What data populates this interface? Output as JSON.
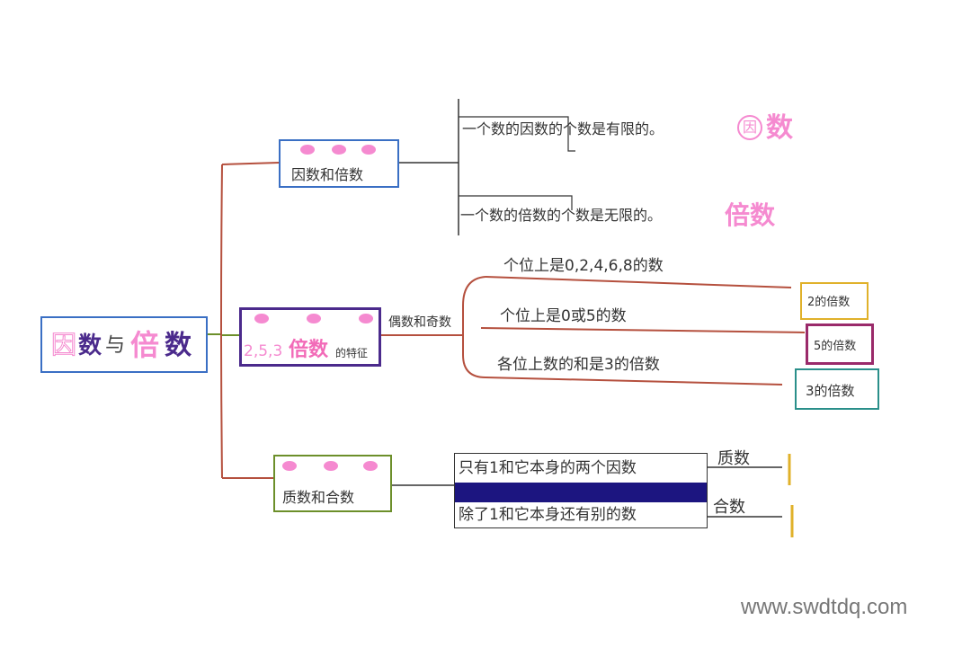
{
  "root": {
    "char1": "因",
    "char2": "数",
    "char3": "与",
    "char4": "倍",
    "char5": "数"
  },
  "branch1": {
    "label": "因数和倍数",
    "lines": [
      {
        "text": "一个数的因数的个数是有限的。",
        "tag": "因",
        "tag_rest": "数"
      },
      {
        "text": "一个数的倍数的个数是无限的。",
        "tag": "倍数"
      }
    ]
  },
  "branch2": {
    "label_a": "2,5,3",
    "label_b": "倍数",
    "label_c": "的特征",
    "connector": "偶数和奇数",
    "rules": [
      {
        "text": "个位上是0,2,4,6,8的数",
        "result": "2的倍数"
      },
      {
        "text": "个位上是0或5的数",
        "result": "5的倍数"
      },
      {
        "text": "各位上数的和是3的倍数",
        "result": "3的倍数"
      }
    ]
  },
  "branch3": {
    "label": "质数和合数",
    "rows": [
      {
        "text": "只有1和它本身的两个因数",
        "result": "质数"
      },
      {
        "text": "除了1和它本身还有别的数",
        "result": "合数"
      }
    ]
  },
  "watermark": "www.swdtdq.com",
  "colors": {
    "pink": "#f58ad0",
    "purple": "#4b2a8c",
    "navy": "#1c1580",
    "blue_box": "#3a6fc4",
    "red_line": "#b5503e",
    "olive": "#6c8f2a",
    "teal": "#2a8f8a",
    "gold": "#e0b12a"
  }
}
